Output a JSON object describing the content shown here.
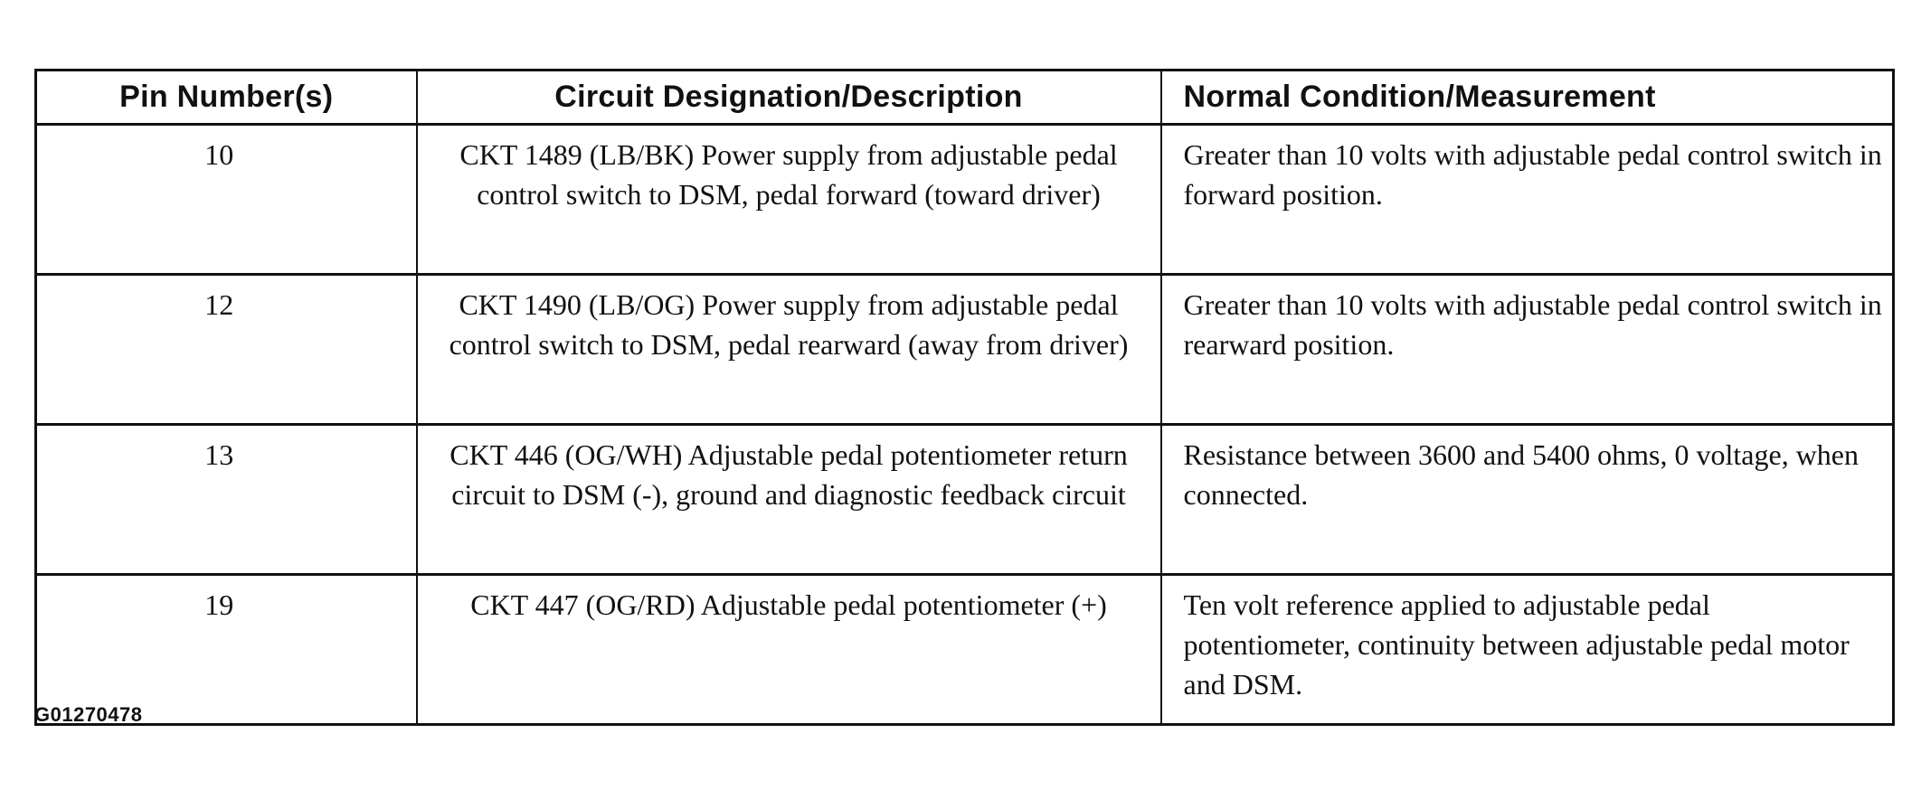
{
  "table": {
    "headers": {
      "pin": "Pin Number(s)",
      "description": "Circuit Designation/Description",
      "condition": "Normal Condition/Measurement"
    },
    "rows": [
      {
        "pin": "10",
        "description": "CKT 1489 (LB/BK) Power supply from adjustable pedal control switch to DSM, pedal forward (toward driver)",
        "condition": "Greater than 10 volts with adjustable pedal control switch in forward position."
      },
      {
        "pin": "12",
        "description": "CKT 1490 (LB/OG) Power supply from adjustable pedal control switch to DSM, pedal rearward (away from driver)",
        "condition": "Greater than 10 volts with adjustable pedal control switch in rearward position."
      },
      {
        "pin": "13",
        "description": "CKT 446 (OG/WH) Adjustable pedal potentiometer return circuit to DSM (-), ground and diagnostic feedback circuit",
        "condition": "Resistance between 3600 and 5400 ohms, 0 voltage, when connected."
      },
      {
        "pin": "19",
        "description": "CKT 447 (OG/RD) Adjustable pedal potentiometer (+)",
        "condition": "Ten volt reference applied to adjustable pedal potentiometer, continuity between adjustable pedal motor and DSM."
      }
    ]
  },
  "figure_id": "G01270478"
}
